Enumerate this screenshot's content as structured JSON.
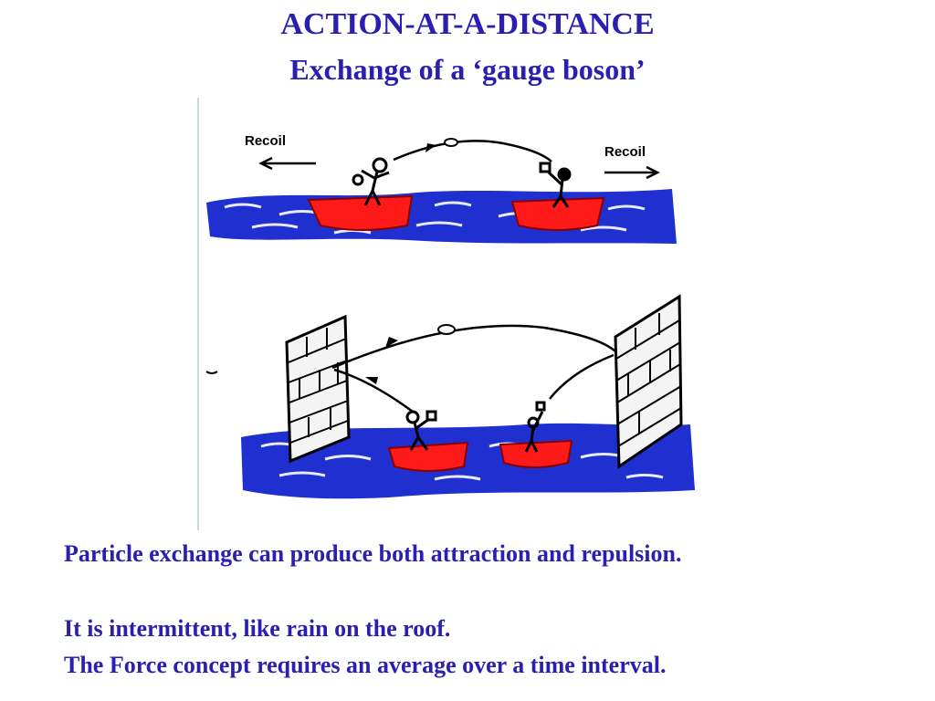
{
  "slide": {
    "title": "ACTION-AT-A-DISTANCE",
    "subtitle": "Exchange of a ‘gauge boson’",
    "lines": [
      "Particle exchange can produce both attraction and repulsion.",
      "It is intermittent, like rain on the roof.",
      "The Force concept requires an average over a time interval."
    ],
    "illustration": {
      "left_label": "Recoil",
      "right_label": "Recoil"
    }
  },
  "colors": {
    "text": "#2a1fb0",
    "water": "#1f2fd0",
    "boat": "#ff1a1a"
  }
}
